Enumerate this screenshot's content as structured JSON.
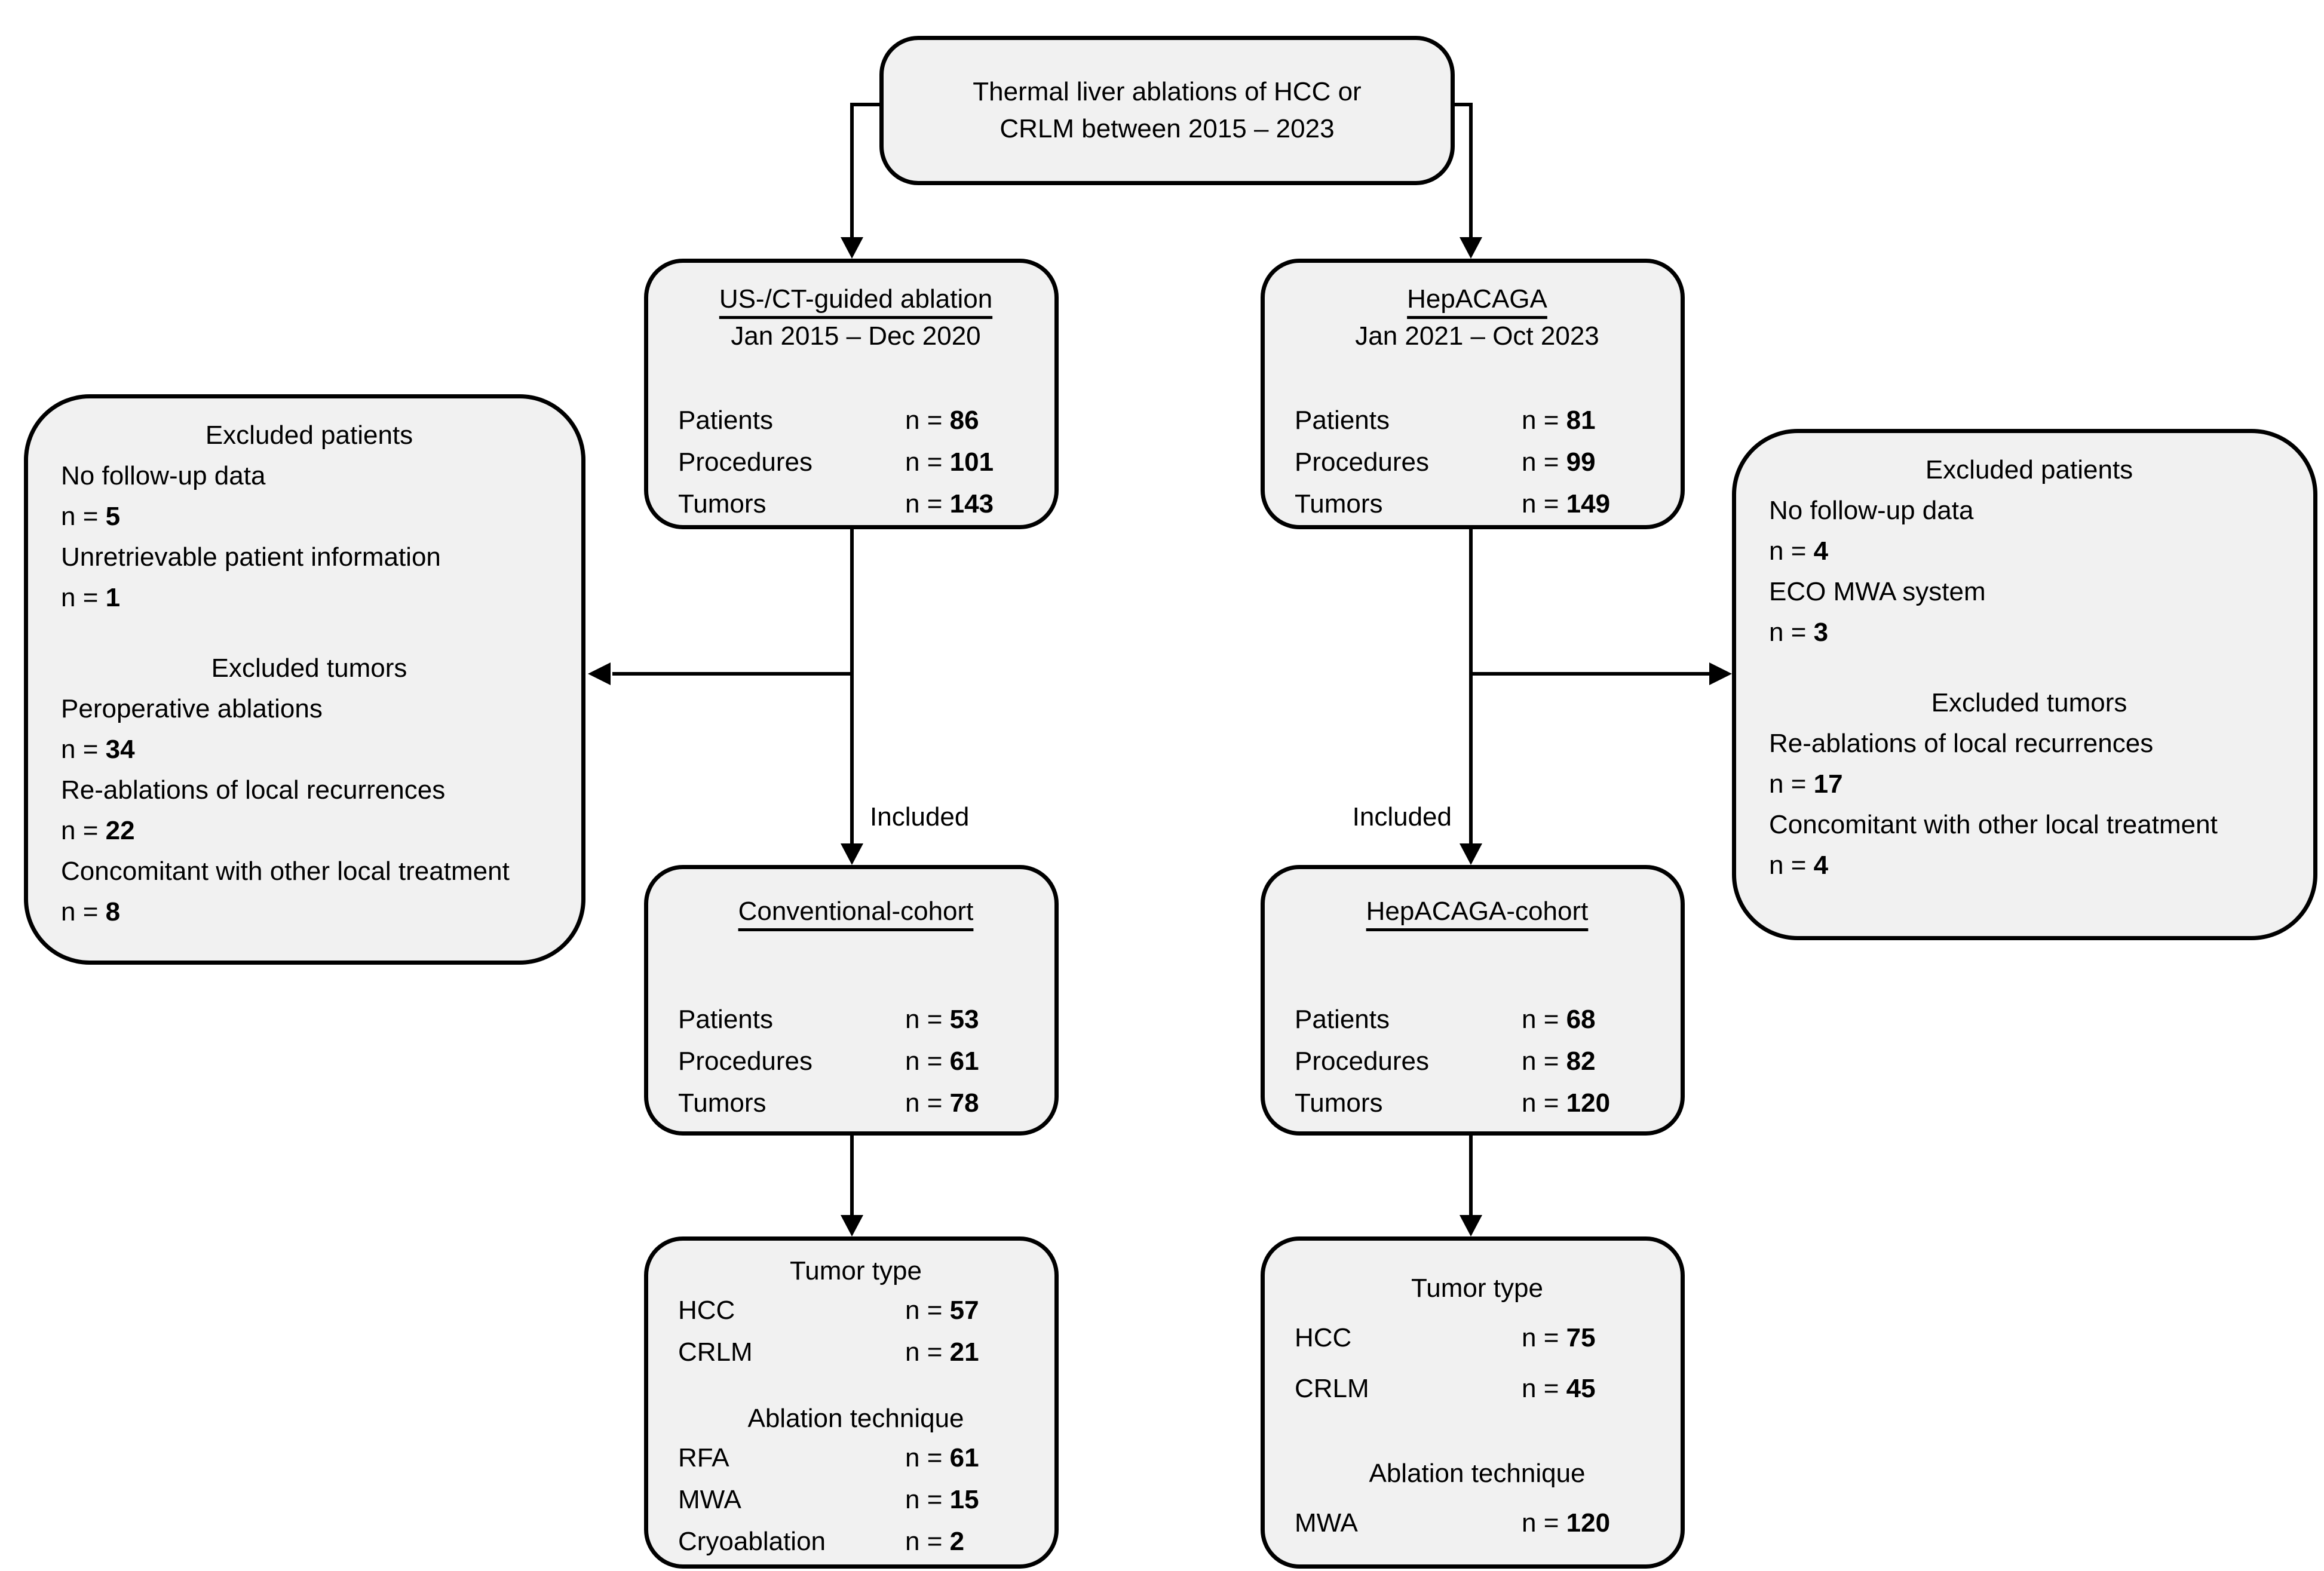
{
  "strings": {
    "n_prefix": "n = "
  },
  "colors": {
    "box_fill": "#f1f1f1",
    "box_border": "#000000",
    "background": "#ffffff"
  },
  "top_box": {
    "line1": "Thermal liver ablations of HCC or",
    "line2": "CRLM between 2015 – 2023"
  },
  "conventional": {
    "source": {
      "title": "US-/CT-guided ablation",
      "period": "Jan 2015 – Dec 2020",
      "rows": [
        {
          "label": "Patients",
          "n": "86"
        },
        {
          "label": "Procedures",
          "n": "101"
        },
        {
          "label": "Tumors",
          "n": "143"
        }
      ]
    },
    "excluded": {
      "patients_heading": "Excluded patients",
      "patient_items": [
        {
          "text": "No follow-up data",
          "n": "5"
        },
        {
          "text": "Unretrievable patient information",
          "n": "1"
        }
      ],
      "tumors_heading": "Excluded tumors",
      "tumor_items": [
        {
          "text": "Peroperative ablations",
          "n": "34"
        },
        {
          "text": "Re-ablations of local recurrences",
          "n": "22"
        },
        {
          "text": "Concomitant with other local treatment",
          "n": "8"
        }
      ]
    },
    "included_label": "Included",
    "cohort": {
      "title": "Conventional-cohort",
      "rows": [
        {
          "label": "Patients",
          "n": "53"
        },
        {
          "label": "Procedures",
          "n": "61"
        },
        {
          "label": "Tumors",
          "n": "78"
        }
      ]
    },
    "detail": {
      "tumor_heading": "Tumor type",
      "tumor_rows": [
        {
          "label": "HCC",
          "n": "57"
        },
        {
          "label": "CRLM",
          "n": "21"
        }
      ],
      "technique_heading": "Ablation technique",
      "technique_rows": [
        {
          "label": "RFA",
          "n": "61"
        },
        {
          "label": "MWA",
          "n": "15"
        },
        {
          "label": "Cryoablation",
          "n": "2"
        }
      ]
    }
  },
  "hepacaga": {
    "source": {
      "title": "HepACAGA",
      "period": "Jan 2021 – Oct 2023",
      "rows": [
        {
          "label": "Patients",
          "n": "81"
        },
        {
          "label": "Procedures",
          "n": "99"
        },
        {
          "label": "Tumors",
          "n": "149"
        }
      ]
    },
    "excluded": {
      "patients_heading": "Excluded patients",
      "patient_items": [
        {
          "text": "No follow-up data",
          "n": "4"
        },
        {
          "text": "ECO MWA system",
          "n": "3"
        }
      ],
      "tumors_heading": "Excluded tumors",
      "tumor_items": [
        {
          "text": "Re-ablations of local recurrences",
          "n": "17"
        },
        {
          "text": "Concomitant with other local treatment",
          "n": "4"
        }
      ]
    },
    "included_label": "Included",
    "cohort": {
      "title": "HepACAGA-cohort",
      "rows": [
        {
          "label": "Patients",
          "n": "68"
        },
        {
          "label": "Procedures",
          "n": "82"
        },
        {
          "label": "Tumors",
          "n": "120"
        }
      ]
    },
    "detail": {
      "tumor_heading": "Tumor type",
      "tumor_rows": [
        {
          "label": "HCC",
          "n": "75"
        },
        {
          "label": "CRLM",
          "n": "45"
        }
      ],
      "technique_heading": "Ablation technique",
      "technique_rows": [
        {
          "label": "MWA",
          "n": "120"
        }
      ]
    }
  }
}
